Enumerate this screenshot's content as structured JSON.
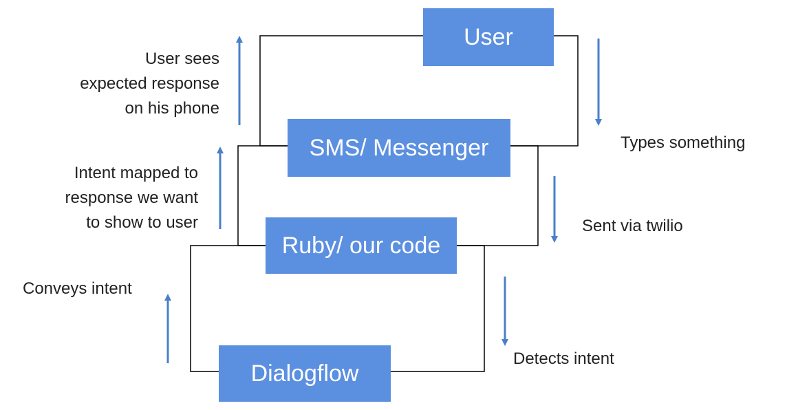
{
  "colors": {
    "box_fill": "#5b8fe0",
    "box_text": "#ffffff",
    "arrow": "#4a7fc9",
    "connector": "#000000",
    "text": "#222222"
  },
  "nodes": {
    "user": "User",
    "sms": "SMS/ Messenger",
    "ruby": "Ruby/ our code",
    "dialogflow": "Dialogflow"
  },
  "labels": {
    "user_sees": [
      "User sees",
      "expected response",
      "on his phone"
    ],
    "intent_mapped": [
      "Intent mapped to",
      "response we want",
      "to show to user"
    ],
    "conveys_intent": [
      "Conveys intent"
    ],
    "types_something": [
      "Types something"
    ],
    "sent_via": [
      "Sent via twilio"
    ],
    "detects_intent": [
      "Detects intent"
    ]
  },
  "arrows": [
    {
      "id": "arrow-up-user-sees",
      "direction": "up"
    },
    {
      "id": "arrow-up-intent-mapped",
      "direction": "up"
    },
    {
      "id": "arrow-up-conveys",
      "direction": "up"
    },
    {
      "id": "arrow-down-types",
      "direction": "down"
    },
    {
      "id": "arrow-down-sent",
      "direction": "down"
    },
    {
      "id": "arrow-down-detects",
      "direction": "down"
    }
  ]
}
